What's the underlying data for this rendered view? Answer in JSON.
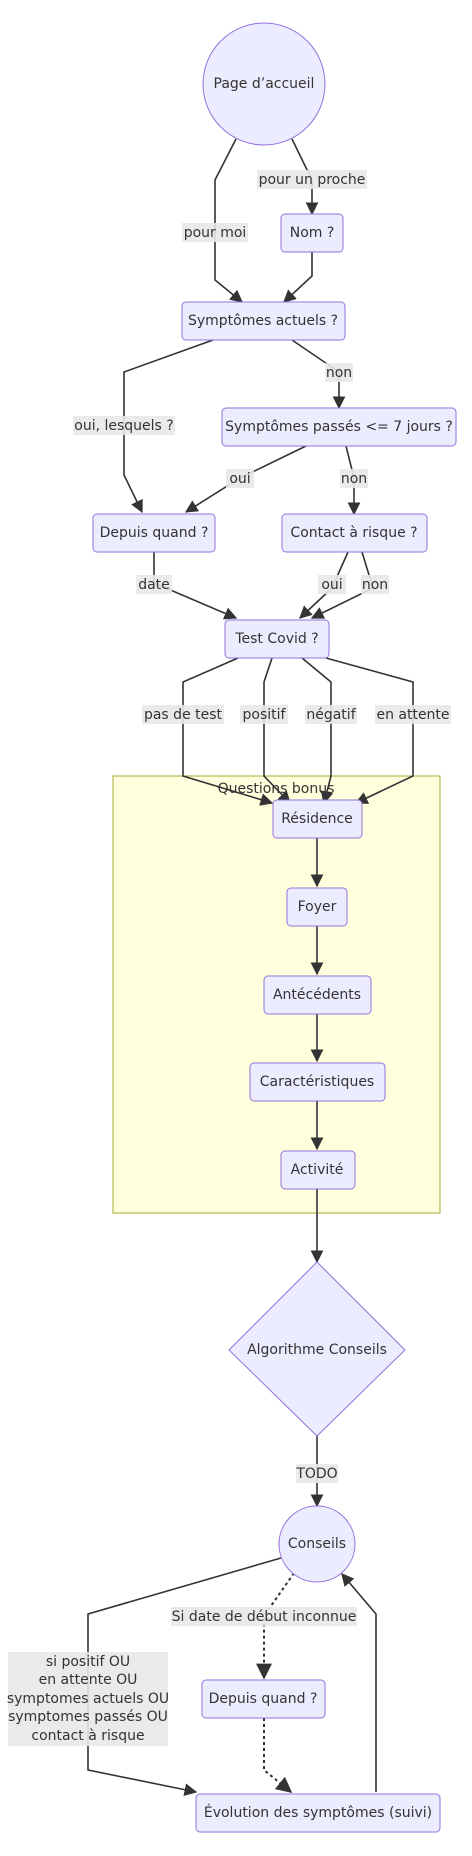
{
  "cluster": {
    "title": "Questions bonus"
  },
  "nodes": {
    "accueil": "Page d’accueil",
    "nom": "Nom ?",
    "symptomes_actuels": "Symptômes actuels ?",
    "symptomes_passes": "Symptômes passés <= 7 jours ?",
    "depuis_quand_1": "Depuis quand ?",
    "contact_risque": "Contact à risque ?",
    "test_covid": "Test Covid ?",
    "residence": "Résidence",
    "foyer": "Foyer",
    "antecedents": "Antécédents",
    "caracteristiques": "Caractéristiques",
    "activite": "Activité",
    "algorithme": "Algorithme Conseils",
    "conseils": "Conseils",
    "depuis_quand_2": "Depuis quand ?",
    "evolution": "Évolution des symptômes (suivi)"
  },
  "edge_labels": {
    "pour_un_proche": "pour un proche",
    "pour_moi": "pour moi",
    "non_1": "non",
    "oui_lesquels": "oui, lesquels ?",
    "oui_1": "oui",
    "non_2": "non",
    "date": "date",
    "oui_2": "oui",
    "non_3": "non",
    "pas_de_test": "pas de test",
    "positif": "positif",
    "negatif": "négatif",
    "en_attente": "en attente",
    "todo": "TODO",
    "si_date": "Si date de début inconnue",
    "condition_lines": [
      "si positif OU",
      "en attente OU",
      "symptomes actuels OU",
      "symptomes passés OU",
      "contact à risque"
    ]
  }
}
